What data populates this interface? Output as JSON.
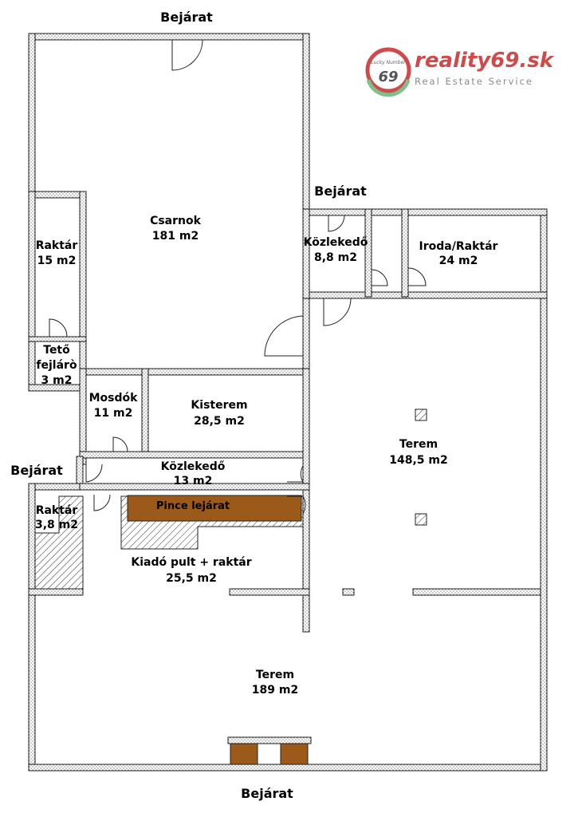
{
  "logo": {
    "brand": "reality69.sk",
    "tagline": "Real Estate Service",
    "badge": "69",
    "script_text": "Lucky Number",
    "colors": {
      "red": "#d04a4a",
      "green": "#7fbf8a",
      "gray": "#8a8a8a"
    }
  },
  "entrances": {
    "top": "Bejárat",
    "middle": "Bejárat",
    "left": "Bejárat",
    "bottom": "Bejárat"
  },
  "rooms": {
    "csarnok": {
      "name": "Csarnok",
      "area": "181 m2"
    },
    "raktar15": {
      "name": "Raktár",
      "area": "15 m2"
    },
    "teto": {
      "line1": "Tető",
      "line2": "fejlárò",
      "area": "3 m2"
    },
    "mosdok": {
      "name": "Mosdók",
      "area": "11 m2"
    },
    "kisterem": {
      "name": "Kisterem",
      "area": "28,5 m2"
    },
    "kozlekedo13": {
      "name": "Közlekedő",
      "area": "13 m2"
    },
    "pince": {
      "name": "Pince lejárat"
    },
    "raktar38": {
      "name": "Raktár",
      "area": "3,8 m2"
    },
    "kiado": {
      "name": "Kiadó pult + raktár",
      "area": "25,5 m2"
    },
    "kozlekedo88": {
      "name": "Közlekedő",
      "area": "8,8 m2"
    },
    "iroda": {
      "name": "Iroda/Raktár",
      "area": "24 m2"
    },
    "terem148": {
      "name": "Terem",
      "area": "148,5 m2"
    },
    "terem189": {
      "name": "Terem",
      "area": "189 m2"
    }
  },
  "colors": {
    "wall_fill": "#ffffff",
    "wall_dots": "#555555",
    "stair_brown": "#9c5a1a",
    "line": "#222222"
  }
}
